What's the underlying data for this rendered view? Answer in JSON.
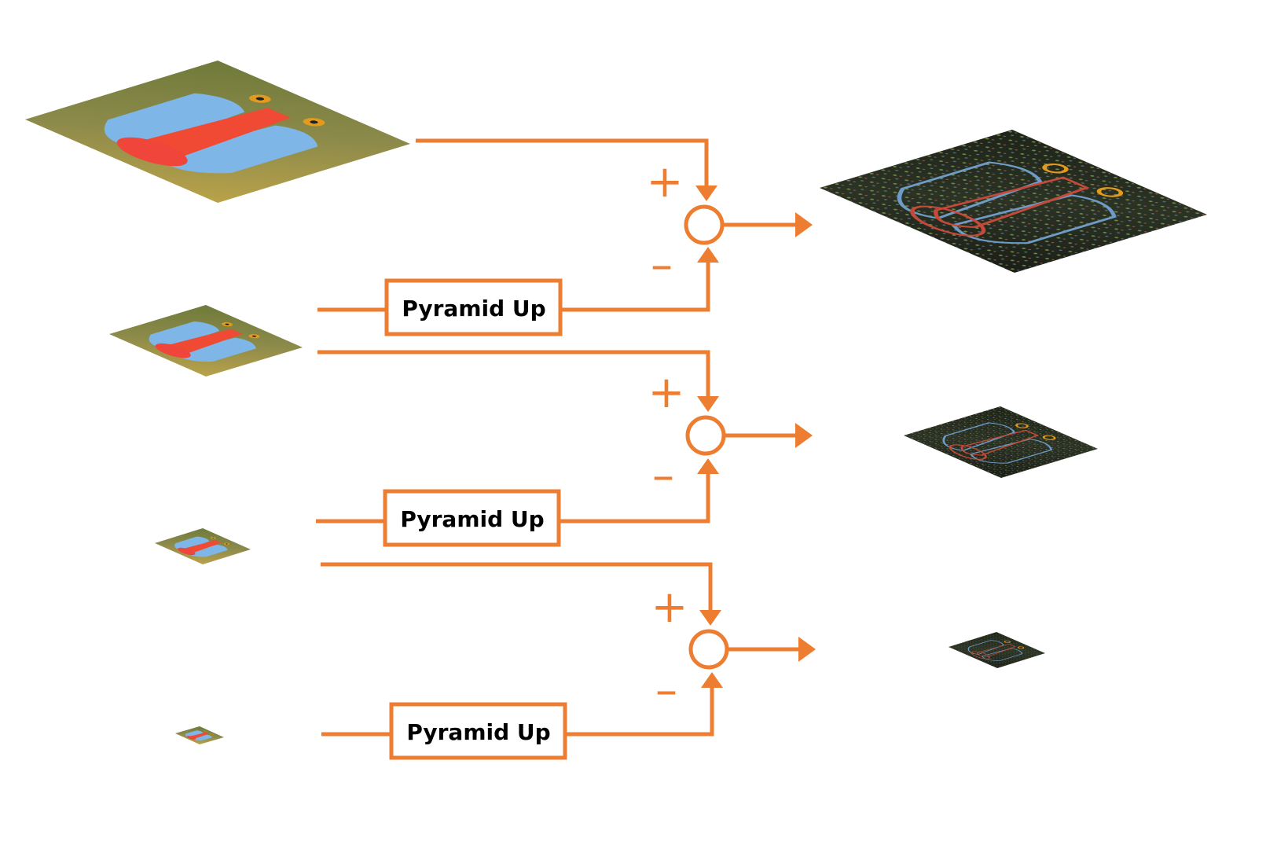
{
  "colors": {
    "accent": "#ed7d31",
    "box_text": "#000000"
  },
  "boxes": [
    {
      "label": "Pyramid Up"
    },
    {
      "label": "Pyramid Up"
    },
    {
      "label": "Pyramid Up"
    }
  ],
  "operators": [
    {
      "plus": "+",
      "minus": "–"
    },
    {
      "plus": "+",
      "minus": "–"
    },
    {
      "plus": "+",
      "minus": "–"
    }
  ],
  "images": {
    "gaussian_levels": [
      "mandrill-level-0",
      "mandrill-level-1",
      "mandrill-level-2",
      "mandrill-level-3"
    ],
    "laplacian_levels": [
      "laplacian-level-0",
      "laplacian-level-1",
      "laplacian-level-2"
    ]
  }
}
